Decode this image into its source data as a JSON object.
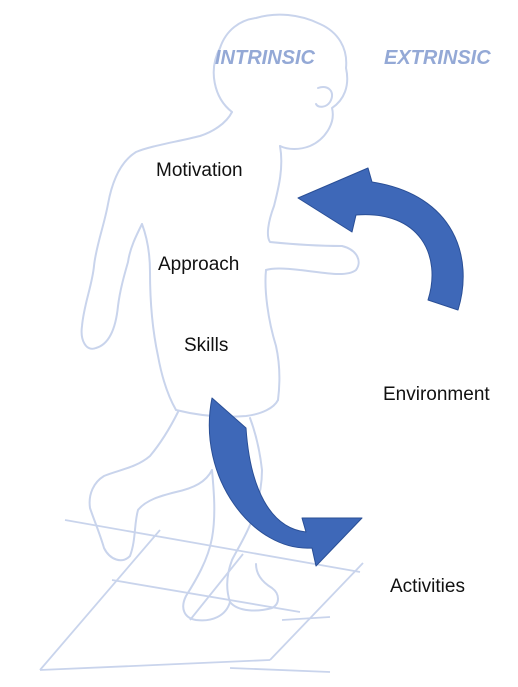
{
  "headings": {
    "intrinsic": "INTRINSIC",
    "extrinsic": "EXTRINSIC"
  },
  "labels": {
    "motivation": "Motivation",
    "approach": "Approach",
    "skills": "Skills",
    "environment": "Environment",
    "activities": "Activities"
  },
  "colors": {
    "heading": "#94a9d6",
    "outline": "#c9d4ec",
    "arrow": "#3e68b8",
    "arrow_edge": "#2a4f96",
    "text": "#111111"
  },
  "graphics": {
    "figure": "child-walking-outline",
    "arrows": [
      "curved-arrow-top",
      "curved-arrow-bottom"
    ],
    "floor": "grid-squares-outline"
  }
}
